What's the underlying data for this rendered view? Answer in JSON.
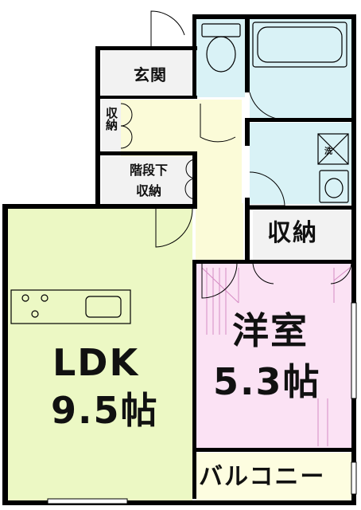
{
  "rooms": {
    "entrance": "玄関",
    "storage_small": "収納",
    "under_stairs_storage_line1": "階段下",
    "under_stairs_storage_line2": "収納",
    "storage": "収納",
    "western_room": "洋室",
    "western_room_size": "5.3帖",
    "ldk": "LDK",
    "ldk_size": "9.5帖",
    "balcony": "バルコニー"
  },
  "fixtures": {
    "washer_label": "洗"
  },
  "colors": {
    "wall": "#000000",
    "ldk_fill": "#ecf8c4",
    "hall_fill": "#fbfbd8",
    "wet_fill": "#d9f2f6",
    "western_fill": "#fbe2f4",
    "storage_fill": "#f2f2f2",
    "balcony_fill": "#fdfde0"
  }
}
